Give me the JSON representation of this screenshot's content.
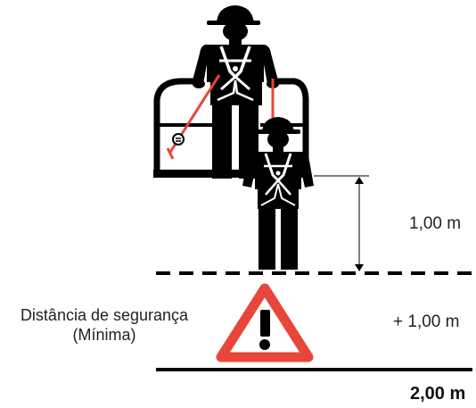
{
  "labels": {
    "upper_distance": "1,00 m",
    "safety_distance": "+ 1,00 m",
    "total": "2,00 m",
    "safety_caption_line1": "Distância de segurança",
    "safety_caption_line2": "(Mínima)"
  },
  "warning_symbol": "!",
  "icons": {
    "upper_worker": "worker-with-hard-hat-and-harness-icon",
    "lower_worker": "worker-with-hard-hat-and-harness-icon",
    "platform": "elevated-work-platform-basket-icon",
    "warning": "warning-triangle-icon"
  },
  "colors": {
    "figure": "#000000",
    "harness": "#ffffff",
    "lanyard": "#e8463a",
    "warning_border": "#e8463a",
    "lines": "#000000"
  }
}
